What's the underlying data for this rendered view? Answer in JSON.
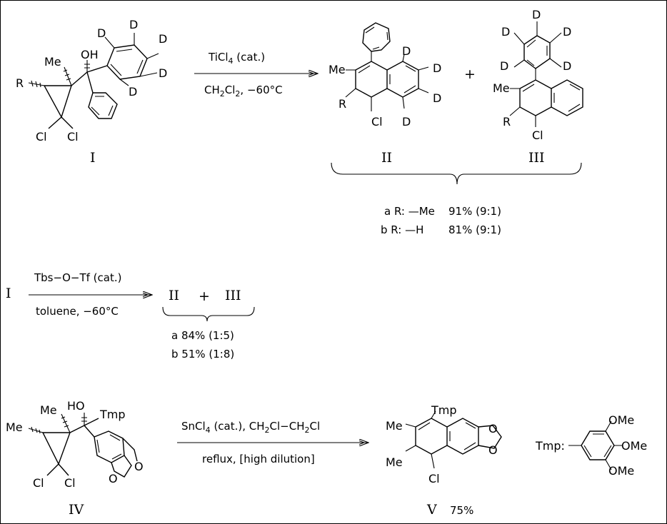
{
  "atoms": {
    "d": "D",
    "me": "Me",
    "oh": "OH",
    "ho": "HO",
    "r": "R",
    "cl": "Cl",
    "o": "O",
    "tmp": "Tmp",
    "ome": "OMe"
  },
  "compounds": {
    "i": "I",
    "ii": "II",
    "iii": "III",
    "iv": "IV",
    "v": "V"
  },
  "plus": "+",
  "row1": {
    "arrow_top_a": "TiCl",
    "arrow_top_sub": "4",
    "arrow_top_b": " (cat.)",
    "arrow_bottom_a": "CH",
    "arrow_bottom_sub1": "2",
    "arrow_bottom_b": "Cl",
    "arrow_bottom_sub2": "2",
    "arrow_bottom_c": ",   −60°C",
    "result_a_label": "a R: —Me",
    "result_a_value": "91% (9:1)",
    "result_b_label": "b R: —H",
    "result_b_value": "81% (9:1)"
  },
  "row2": {
    "arrow_top": "Tbs−O−Tf (cat.)",
    "arrow_bottom": "toluene, −60°C",
    "result_a": "a 84% (1:5)",
    "result_b": "b 51% (1:8)"
  },
  "row3": {
    "arrow_top_a": "SnCl",
    "arrow_top_sub1": "4",
    "arrow_top_b": " (cat.),  CH",
    "arrow_top_sub2": "2",
    "arrow_top_c": "Cl−CH",
    "arrow_top_sub3": "2",
    "arrow_top_d": "Cl",
    "arrow_bottom": "reflux,  [high dilution]",
    "yield_v": "75%",
    "tmp_def_label": "Tmp:"
  }
}
